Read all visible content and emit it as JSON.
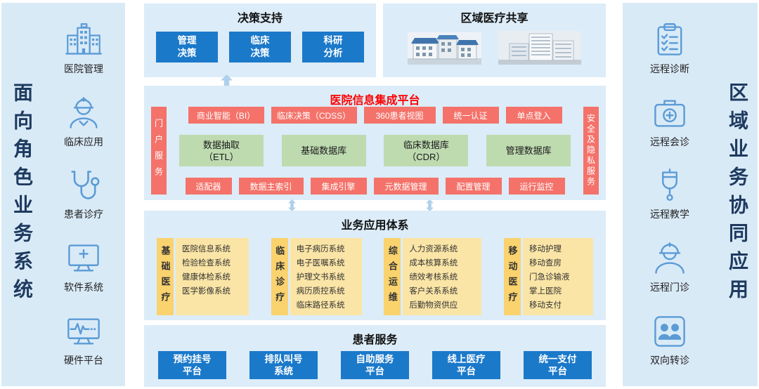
{
  "left_panel": {
    "title": "面向角色业务系统",
    "items": [
      {
        "label": "医院管理",
        "icon": "hospital-building-icon"
      },
      {
        "label": "临床应用",
        "icon": "doctor-icon"
      },
      {
        "label": "患者诊疗",
        "icon": "stethoscope-icon"
      },
      {
        "label": "软件系统",
        "icon": "software-monitor-icon"
      },
      {
        "label": "硬件平台",
        "icon": "hardware-monitor-icon"
      }
    ]
  },
  "right_panel": {
    "title": "区域业务协同应用",
    "items": [
      {
        "label": "远程诊断",
        "icon": "clipboard-icon"
      },
      {
        "label": "远程会诊",
        "icon": "medical-kit-icon"
      },
      {
        "label": "远程教学",
        "icon": "iv-drip-icon"
      },
      {
        "label": "远程门诊",
        "icon": "doctor-cap-icon"
      },
      {
        "label": "双向转诊",
        "icon": "two-people-icon"
      }
    ]
  },
  "decision_support": {
    "title": "决策支持",
    "buttons": [
      "管理\n决策",
      "临床\n决策",
      "科研\n分析"
    ]
  },
  "regional_sharing": {
    "title": "区域医疗共享"
  },
  "integration_platform": {
    "title": "医院信息集成平台",
    "portal_bar": "门户服务",
    "security_bar": "安全及隐私服务",
    "row1": [
      "商业智能（BI）",
      "临床决策（CDSS）",
      "360患者视图",
      "统一认证",
      "单点登入"
    ],
    "row2": [
      "数据抽取\n（ETL）",
      "基础数据库",
      "临床数据库\n（CDR）",
      "管理数据库"
    ],
    "row3": [
      "适配器",
      "数据主索引",
      "集成引擎",
      "元数据管理",
      "配置管理",
      "运行监控"
    ]
  },
  "business_apps": {
    "title": "业务应用体系",
    "groups": [
      {
        "label": "基础医疗",
        "items": [
          "医院信息系统",
          "检验检查系统",
          "健康体检系统",
          "医学影像系统"
        ]
      },
      {
        "label": "临床诊疗",
        "items": [
          "电子病历系统",
          "电子医嘱系统",
          "护理文书系统",
          "病历质控系统",
          "临床路径系统"
        ]
      },
      {
        "label": "综合运维",
        "items": [
          "人力资源系统",
          "成本核算系统",
          "绩效考核系统",
          "客户关系系统",
          "后勤物资供应"
        ]
      },
      {
        "label": "移动医疗",
        "items": [
          "移动护理",
          "移动查房",
          "门急诊输液",
          "掌上医院",
          "移动支付"
        ]
      }
    ]
  },
  "patient_services": {
    "title": "患者服务",
    "buttons": [
      "预约挂号\n平台",
      "排队叫号\n系统",
      "自助服务\n平台",
      "线上医疗\n平台",
      "统一支付\n平台"
    ]
  },
  "colors": {
    "panel_bg": "#d9eaf7",
    "section_bg": "#dcecf8",
    "primary_blue": "#1b79ca",
    "accent_red": "#f4726a",
    "green_box": "#bedbb0",
    "yellow_label": "#fad26e",
    "yellow_list": "#fbe5a6",
    "icon_blue": "#5b9bd5",
    "platform_title_red": "#fe0000",
    "side_title_navy": "#1e3a5f"
  }
}
